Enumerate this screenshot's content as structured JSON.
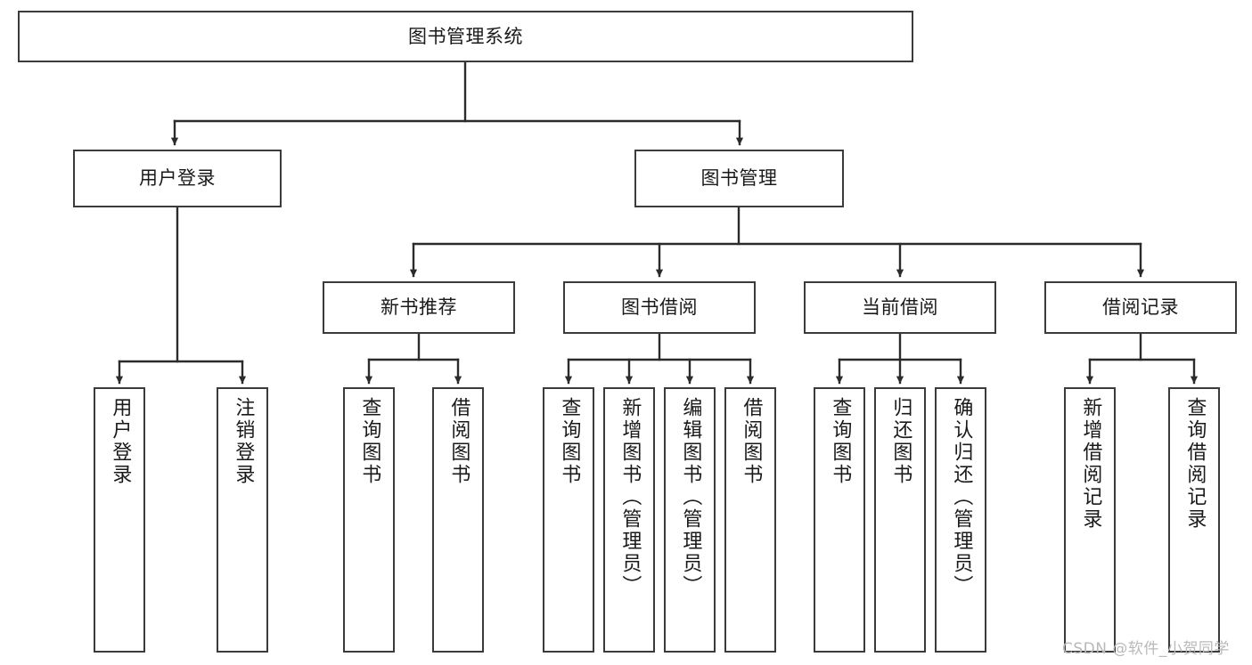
{
  "diagram": {
    "title": "图书管理系统",
    "type": "hierarchy-tree",
    "root": {
      "id": "root",
      "label": "图书管理系统"
    },
    "level2": [
      {
        "id": "user-login",
        "label": "用户登录"
      },
      {
        "id": "book-manage",
        "label": "图书管理"
      }
    ],
    "level3": [
      {
        "id": "new-book-recommend",
        "label": "新书推荐",
        "parent": "book-manage"
      },
      {
        "id": "book-borrow",
        "label": "图书借阅",
        "parent": "book-manage"
      },
      {
        "id": "current-borrow",
        "label": "当前借阅",
        "parent": "book-manage"
      },
      {
        "id": "borrow-record",
        "label": "借阅记录",
        "parent": "book-manage"
      }
    ],
    "leaves": [
      {
        "id": "leaf-user-login",
        "label": "用户登录",
        "parent": "user-login"
      },
      {
        "id": "leaf-logout-login",
        "label": "注销登录",
        "parent": "user-login"
      },
      {
        "id": "leaf-query-book-1",
        "label": "查询图书",
        "parent": "new-book-recommend"
      },
      {
        "id": "leaf-borrow-book-1",
        "label": "借阅图书",
        "parent": "new-book-recommend"
      },
      {
        "id": "leaf-query-book-2",
        "label": "查询图书",
        "parent": "book-borrow"
      },
      {
        "id": "leaf-add-book",
        "label": "新增图书（管理员）",
        "parent": "book-borrow"
      },
      {
        "id": "leaf-edit-book",
        "label": "编辑图书（管理员）",
        "parent": "book-borrow"
      },
      {
        "id": "leaf-borrow-book-2",
        "label": "借阅图书",
        "parent": "book-borrow"
      },
      {
        "id": "leaf-query-book-3",
        "label": "查询图书",
        "parent": "current-borrow"
      },
      {
        "id": "leaf-return-book",
        "label": "归还图书",
        "parent": "current-borrow"
      },
      {
        "id": "leaf-confirm-return",
        "label": "确认归还（管理员）",
        "parent": "current-borrow"
      },
      {
        "id": "leaf-add-record",
        "label": "新增借阅记录",
        "parent": "borrow-record"
      },
      {
        "id": "leaf-query-record",
        "label": "查询借阅记录",
        "parent": "borrow-record"
      }
    ],
    "colors": {
      "box_border": "#3b3b3b",
      "box_fill": "#ffffff",
      "edge": "#2b2b2b",
      "text": "#1a1a1a",
      "background": "#ffffff",
      "watermark": "#b9b9b9"
    }
  },
  "watermark": {
    "text": "CSDN @软件_小贺同学"
  }
}
